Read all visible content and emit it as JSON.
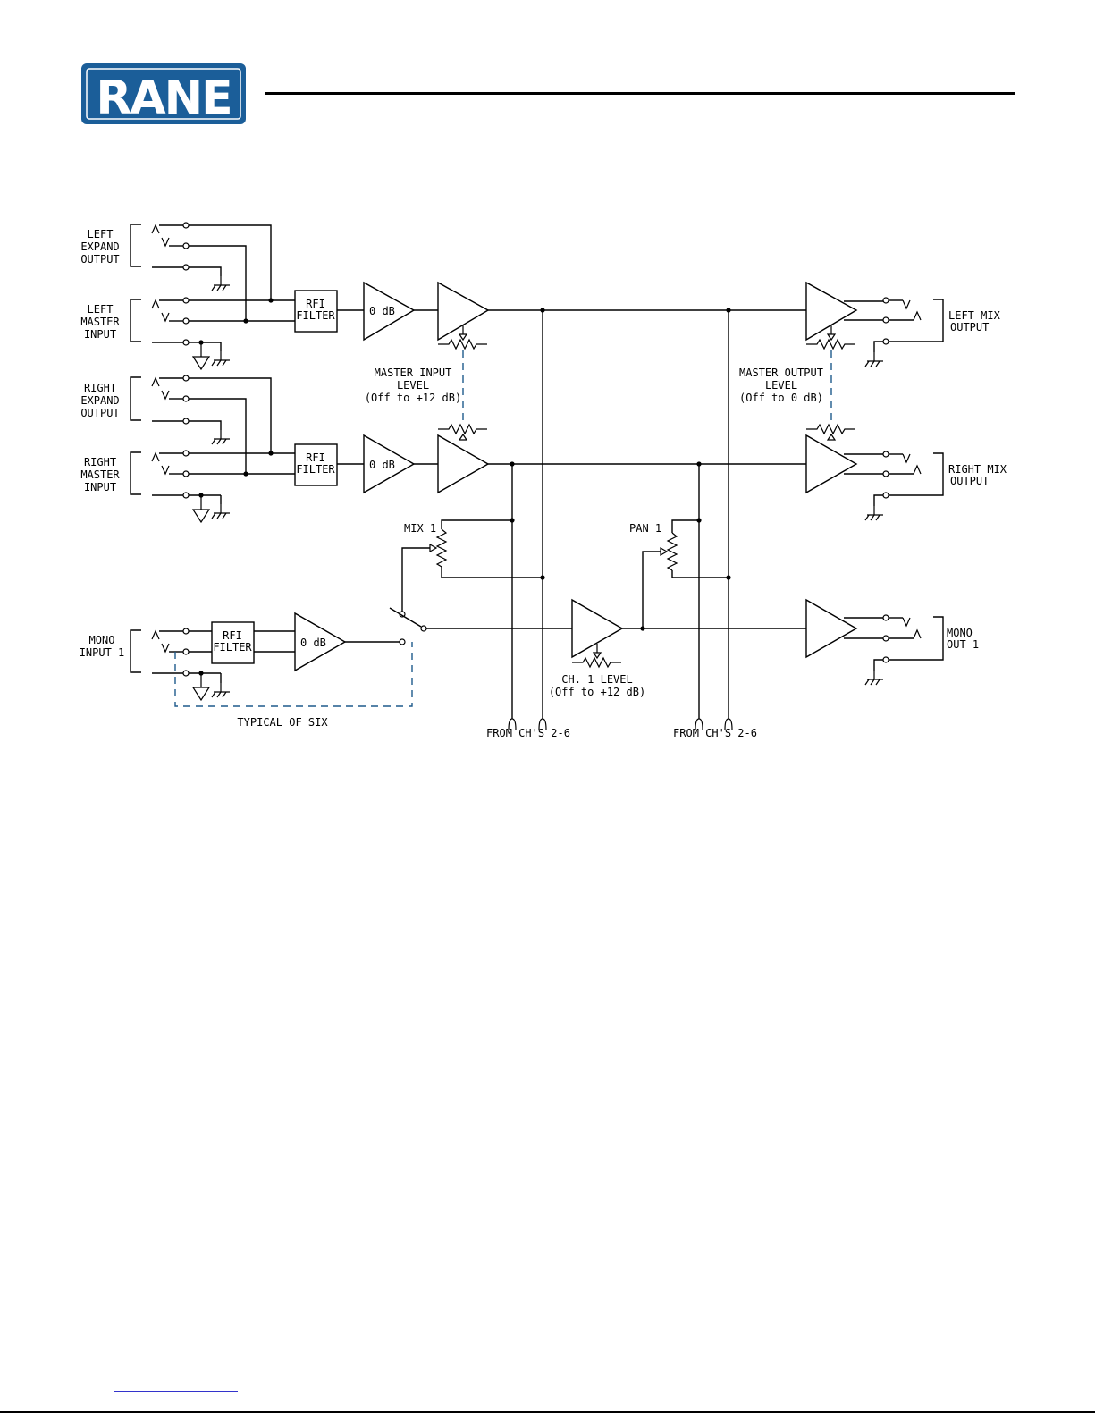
{
  "logo": {
    "text": "RANE",
    "color": "#1b5e99"
  },
  "colors": {
    "gang_link": "#1e5a8c",
    "wire": "#000000"
  },
  "labels": {
    "left_expand_output": [
      "LEFT",
      "EXPAND",
      "OUTPUT"
    ],
    "left_master_input": [
      "LEFT",
      "MASTER",
      "INPUT"
    ],
    "right_expand_output": [
      "RIGHT",
      "EXPAND",
      "OUTPUT"
    ],
    "right_master_input": [
      "RIGHT",
      "MASTER",
      "INPUT"
    ],
    "mono_input_1": [
      "MONO",
      "INPUT 1"
    ],
    "rfi_filter": [
      "RFI",
      "FILTER"
    ],
    "zero_db": "0 dB",
    "master_input_level": [
      "MASTER INPUT",
      "LEVEL",
      "(Off to +12 dB)"
    ],
    "master_output_level": [
      "MASTER OUTPUT",
      "LEVEL",
      "(Off to 0 dB)"
    ],
    "left_mix_output": [
      "LEFT MIX",
      "OUTPUT"
    ],
    "right_mix_output": [
      "RIGHT MIX",
      "OUTPUT"
    ],
    "mono_out_1": [
      "MONO",
      "OUT 1"
    ],
    "mix_1": "MIX 1",
    "pan_1": "PAN 1",
    "ch1_level": [
      "CH. 1 LEVEL",
      "(Off to +12 dB)"
    ],
    "typical_of_six": "TYPICAL OF SIX",
    "from_chs": "FROM CH'S 2-6"
  }
}
